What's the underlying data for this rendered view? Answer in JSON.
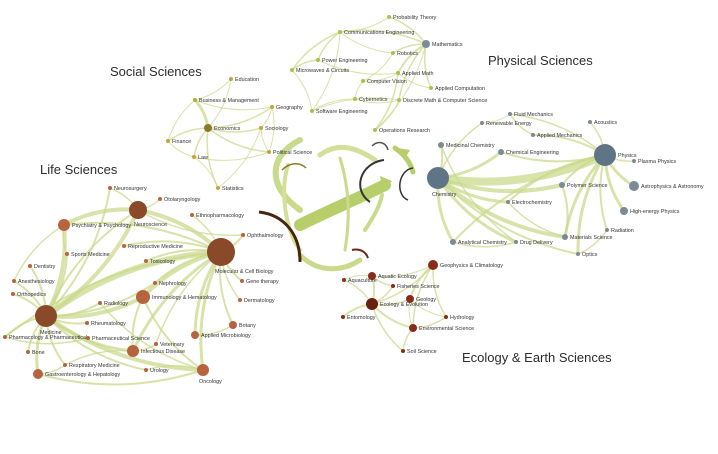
{
  "clusters": {
    "social": "Social Sciences",
    "physical": "Physical Sciences",
    "life": "Life Sciences",
    "ecology": "Ecology & Earth Sciences"
  },
  "nodes": [
    {
      "id": "probability-theory",
      "label": "Probability Theory",
      "color": "#a9c24d"
    },
    {
      "id": "communications-engineering",
      "label": "Communications Engineering",
      "color": "#a9c24d"
    },
    {
      "id": "mathematics",
      "label": "Mathematics",
      "color": "#7b8a96"
    },
    {
      "id": "robotics",
      "label": "Robotics",
      "color": "#a9c24d"
    },
    {
      "id": "power-engineering",
      "label": "Power Engineering",
      "color": "#a9c24d"
    },
    {
      "id": "microwaves-circuits",
      "label": "Microwaves & Circuits",
      "color": "#a9c24d"
    },
    {
      "id": "applied-math",
      "label": "Applied Math",
      "color": "#a9c24d"
    },
    {
      "id": "computer-vision",
      "label": "Computer Vision",
      "color": "#a9c24d"
    },
    {
      "id": "applied-computation",
      "label": "Applied Computation",
      "color": "#a9c24d"
    },
    {
      "id": "cybernetics",
      "label": "Cybernetics",
      "color": "#a9c24d"
    },
    {
      "id": "discrete-math",
      "label": "Discrete Math & Computer Science",
      "color": "#a9c24d"
    },
    {
      "id": "software-engineering",
      "label": "Software Engineering",
      "color": "#a9c24d"
    },
    {
      "id": "operations-research",
      "label": "Operations Research",
      "color": "#a9c24d"
    },
    {
      "id": "education",
      "label": "Education",
      "color": "#c9a13a"
    },
    {
      "id": "business-management",
      "label": "Business & Management",
      "color": "#c9a13a"
    },
    {
      "id": "geography",
      "label": "Geography",
      "color": "#c9a13a"
    },
    {
      "id": "economics",
      "label": "Economics",
      "color": "#8a7a2a"
    },
    {
      "id": "sociology",
      "label": "Sociology",
      "color": "#c9a13a"
    },
    {
      "id": "finance",
      "label": "Finance",
      "color": "#c9a13a"
    },
    {
      "id": "law",
      "label": "Law",
      "color": "#c9a13a"
    },
    {
      "id": "political-science",
      "label": "Political Science",
      "color": "#c9a13a"
    },
    {
      "id": "statistics",
      "label": "Statistics",
      "color": "#c9a13a"
    },
    {
      "id": "acoustics",
      "label": "Acoustics",
      "color": "#7b8a96"
    },
    {
      "id": "fluid-mechanics",
      "label": "Fluid Mechanics",
      "color": "#7b8a96"
    },
    {
      "id": "renewable-energy",
      "label": "Renewable Energy",
      "color": "#7b8a96"
    },
    {
      "id": "applied-mechanics",
      "label": "Applied Mechanics",
      "color": "#7b8a96"
    },
    {
      "id": "medicinal-chemistry",
      "label": "Medicinal Chemistry",
      "color": "#7b8a96"
    },
    {
      "id": "chemical-engineering",
      "label": "Chemical Engineering",
      "color": "#7b8a96"
    },
    {
      "id": "physics",
      "label": "Physics",
      "color": "#5f7585"
    },
    {
      "id": "plasma-physics",
      "label": "Plasma Physics",
      "color": "#7b8a96"
    },
    {
      "id": "chemistry",
      "label": "Chemistry",
      "color": "#5f7585"
    },
    {
      "id": "polymer-science",
      "label": "Polymer Science",
      "color": "#7b8a96"
    },
    {
      "id": "astrophysics",
      "label": "Astrophysics & Astronomy",
      "color": "#7b8a96"
    },
    {
      "id": "electrochemistry",
      "label": "Electrochemistry",
      "color": "#7b8a96"
    },
    {
      "id": "high-energy-physics",
      "label": "High-energy Physics",
      "color": "#7b8a96"
    },
    {
      "id": "radiation",
      "label": "Radiation",
      "color": "#7b8a96"
    },
    {
      "id": "materials-science",
      "label": "Materials Science",
      "color": "#7b8a96"
    },
    {
      "id": "analytical-chemistry",
      "label": "Analytical Chemistry",
      "color": "#7b8a96"
    },
    {
      "id": "drug-delivery",
      "label": "Drug Delivery",
      "color": "#7b8a96"
    },
    {
      "id": "optics",
      "label": "Optics",
      "color": "#7b8a96"
    },
    {
      "id": "neurosurgery",
      "label": "Neurosurgery",
      "color": "#b5643f"
    },
    {
      "id": "otolaryngology",
      "label": "Otolaryngology",
      "color": "#b5643f"
    },
    {
      "id": "neuroscience",
      "label": "Neuroscience",
      "color": "#8a4a2a"
    },
    {
      "id": "ethnopharmacology",
      "label": "Ethnopharmacology",
      "color": "#b5643f"
    },
    {
      "id": "psychiatry-psychology",
      "label": "Psychiatry & Psychology",
      "color": "#b5643f"
    },
    {
      "id": "reproductive-medicine",
      "label": "Reproductive Medicine",
      "color": "#b5643f"
    },
    {
      "id": "ophthalmology",
      "label": "Ophthalmology",
      "color": "#b5643f"
    },
    {
      "id": "sports-medicine",
      "label": "Sports Medicine",
      "color": "#b5643f"
    },
    {
      "id": "dentistry",
      "label": "Dentistry",
      "color": "#b5643f"
    },
    {
      "id": "toxicology",
      "label": "Toxicology",
      "color": "#b5643f"
    },
    {
      "id": "molecular-cell-biology",
      "label": "Molecular & Cell Biology",
      "color": "#8a4a2a"
    },
    {
      "id": "gene-therapy",
      "label": "Gene therapy",
      "color": "#b5643f"
    },
    {
      "id": "anesthesiology",
      "label": "Anesthesiology",
      "color": "#b5643f"
    },
    {
      "id": "nephrology",
      "label": "Nephrology",
      "color": "#b5643f"
    },
    {
      "id": "orthopedics",
      "label": "Orthopedics",
      "color": "#b5643f"
    },
    {
      "id": "dermatology",
      "label": "Dermatology",
      "color": "#b5643f"
    },
    {
      "id": "radiology",
      "label": "Radiology",
      "color": "#b5643f"
    },
    {
      "id": "immunology-hematology",
      "label": "Immunology & Hematology",
      "color": "#b5643f"
    },
    {
      "id": "rheumatology",
      "label": "Rheumatology",
      "color": "#b5643f"
    },
    {
      "id": "medicine",
      "label": "Medicine",
      "color": "#8a4a2a"
    },
    {
      "id": "pharmacology",
      "label": "Pharmacology & Pharmaceutical",
      "color": "#b5643f"
    },
    {
      "id": "pharmaceutical-science",
      "label": "Pharmaceutical Science",
      "color": "#b5643f"
    },
    {
      "id": "botany",
      "label": "Botany",
      "color": "#b5643f"
    },
    {
      "id": "bone",
      "label": "Bone",
      "color": "#b5643f"
    },
    {
      "id": "applied-microbiology",
      "label": "Applied Microbiology",
      "color": "#b5643f"
    },
    {
      "id": "veterinary",
      "label": "Veterinary",
      "color": "#b5643f"
    },
    {
      "id": "infectious-disease",
      "label": "Infectious Disease",
      "color": "#b5643f"
    },
    {
      "id": "respiratory-medicine",
      "label": "Respiratory Medicine",
      "color": "#b5643f"
    },
    {
      "id": "urology",
      "label": "Urology",
      "color": "#b5643f"
    },
    {
      "id": "gastroenterology",
      "label": "Gastroenterology & Hepatology",
      "color": "#b5643f"
    },
    {
      "id": "oncology",
      "label": "Oncology",
      "color": "#b5643f"
    },
    {
      "id": "aquatic-ecology",
      "label": "Aquatic Ecology",
      "color": "#8a2a1a"
    },
    {
      "id": "geophysics",
      "label": "Geophysics & Climatology",
      "color": "#8a2a1a"
    },
    {
      "id": "aquaculture",
      "label": "Aquaculture",
      "color": "#8a2a1a"
    },
    {
      "id": "fisheries-science",
      "label": "Fisheries Science",
      "color": "#8a2a1a"
    },
    {
      "id": "geology",
      "label": "Geology",
      "color": "#8a2a1a"
    },
    {
      "id": "ecology-evolution",
      "label": "Ecology & Evolution",
      "color": "#6a2010"
    },
    {
      "id": "entomology",
      "label": "Entomology",
      "color": "#8a2a1a"
    },
    {
      "id": "hydrology",
      "label": "Hydrology",
      "color": "#8a2a1a"
    },
    {
      "id": "environmental-science",
      "label": "Environmental Science",
      "color": "#8a2a1a"
    },
    {
      "id": "soil-science",
      "label": "Soil Science",
      "color": "#8a2a1a"
    }
  ]
}
